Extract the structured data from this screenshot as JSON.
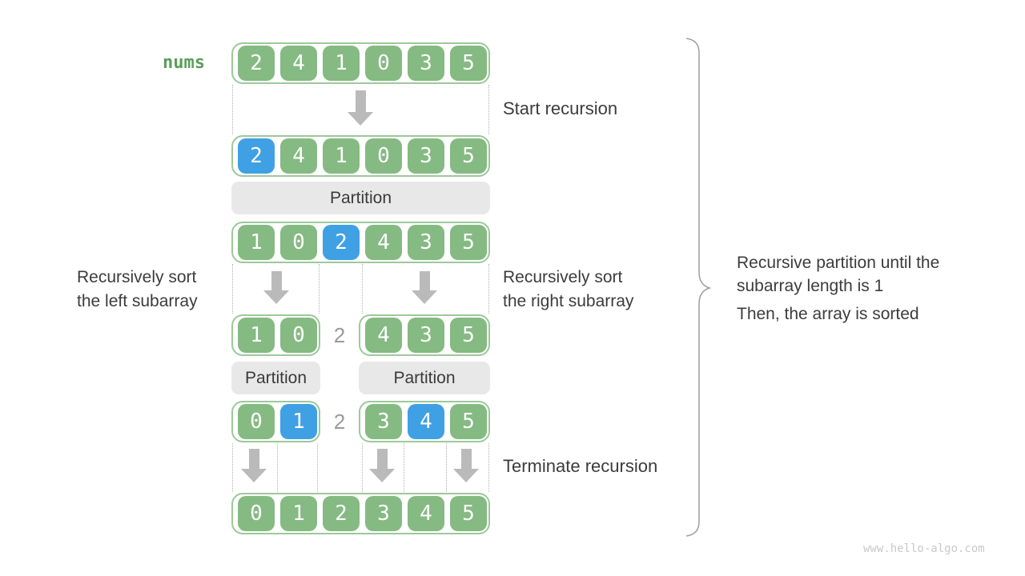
{
  "nums_label": "nums",
  "partition_label": "Partition",
  "separator_value": "2",
  "annotations": {
    "start_recursion": "Start recursion",
    "left_sort_line1": "Recursively sort",
    "left_sort_line2": "the left subarray",
    "right_sort_line1": "Recursively sort",
    "right_sort_line2": "the right subarray",
    "terminate_recursion": "Terminate recursion",
    "note_line1": "Recursive partition until the",
    "note_line2": "subarray length is 1",
    "note_line3": "Then, the array is sorted"
  },
  "arrays": {
    "row1": [
      {
        "v": "2"
      },
      {
        "v": "4"
      },
      {
        "v": "1"
      },
      {
        "v": "0"
      },
      {
        "v": "3"
      },
      {
        "v": "5"
      }
    ],
    "row2": [
      {
        "v": "2",
        "hl": true
      },
      {
        "v": "4"
      },
      {
        "v": "1"
      },
      {
        "v": "0"
      },
      {
        "v": "3"
      },
      {
        "v": "5"
      }
    ],
    "row3": [
      {
        "v": "1"
      },
      {
        "v": "0"
      },
      {
        "v": "2",
        "hl": true
      },
      {
        "v": "4"
      },
      {
        "v": "3"
      },
      {
        "v": "5"
      }
    ],
    "row4_left": [
      {
        "v": "1"
      },
      {
        "v": "0"
      }
    ],
    "row4_right": [
      {
        "v": "4"
      },
      {
        "v": "3"
      },
      {
        "v": "5"
      }
    ],
    "row5_left": [
      {
        "v": "0"
      },
      {
        "v": "1",
        "hl": true
      }
    ],
    "row5_right": [
      {
        "v": "3"
      },
      {
        "v": "4",
        "hl": true
      },
      {
        "v": "5"
      }
    ],
    "row6": [
      {
        "v": "0"
      },
      {
        "v": "1"
      },
      {
        "v": "2"
      },
      {
        "v": "3"
      },
      {
        "v": "4"
      },
      {
        "v": "5"
      }
    ]
  },
  "colors": {
    "cell_green": "#85ba83",
    "cell_blue": "#3fa0e4",
    "container_border": "#9dc89b",
    "partition_bg": "#e8e8e8",
    "arrow_gray": "#bababa",
    "text_dark": "#3c3c3c",
    "nums_green": "#5a9e5a",
    "separator_gray": "#9a9a9a",
    "brace_gray": "#9e9e9e",
    "watermark_gray": "#c9c9c9"
  },
  "watermark": "www.hello-algo.com"
}
